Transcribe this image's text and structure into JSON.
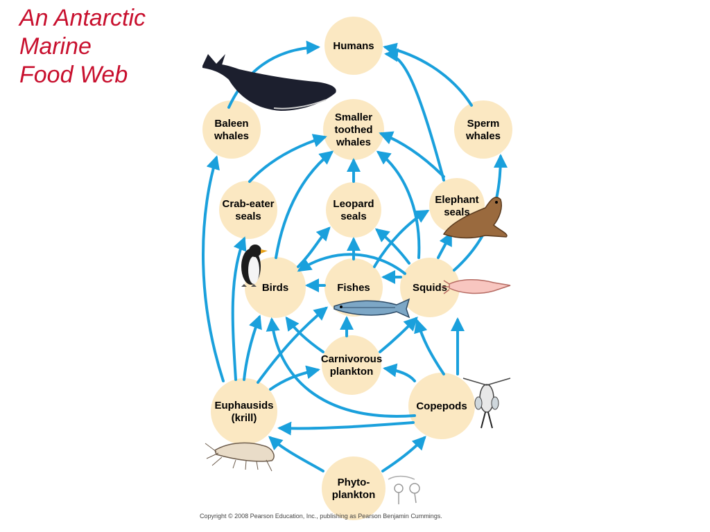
{
  "title": {
    "lines": [
      "An Antarctic",
      "Marine",
      "Food Web"
    ]
  },
  "nodes": {
    "humans": [
      "Humans"
    ],
    "baleen": [
      "Baleen",
      "whales"
    ],
    "toothed": [
      "Smaller",
      "toothed",
      "whales"
    ],
    "sperm": [
      "Sperm",
      "whales"
    ],
    "crabeater": [
      "Crab-eater",
      "seals"
    ],
    "leopard": [
      "Leopard",
      "seals"
    ],
    "elephant": [
      "Elephant",
      "seals"
    ],
    "birds": [
      "Birds"
    ],
    "fishes": [
      "Fishes"
    ],
    "squids": [
      "Squids"
    ],
    "carnivorous": [
      "Carnivorous",
      "plankton"
    ],
    "euphausids": [
      "Euphausids",
      "(krill)"
    ],
    "copepods": [
      "Copepods"
    ],
    "phyto": [
      "Phyto-",
      "plankton"
    ]
  },
  "colors": {
    "title": "#c8102e",
    "node": "#fbe8c2",
    "arrow": "#1aa0dc",
    "label": "#000000"
  },
  "icons": [
    "whale-icon",
    "penguin-icon",
    "fish-icon",
    "squid-icon",
    "elephant-seal-icon",
    "krill-icon",
    "copepod-icon",
    "phytoplankton-icon"
  ],
  "footer": {
    "copyright": "Copyright © 2008 Pearson Education, Inc., publishing as Pearson Benjamin Cummings."
  }
}
